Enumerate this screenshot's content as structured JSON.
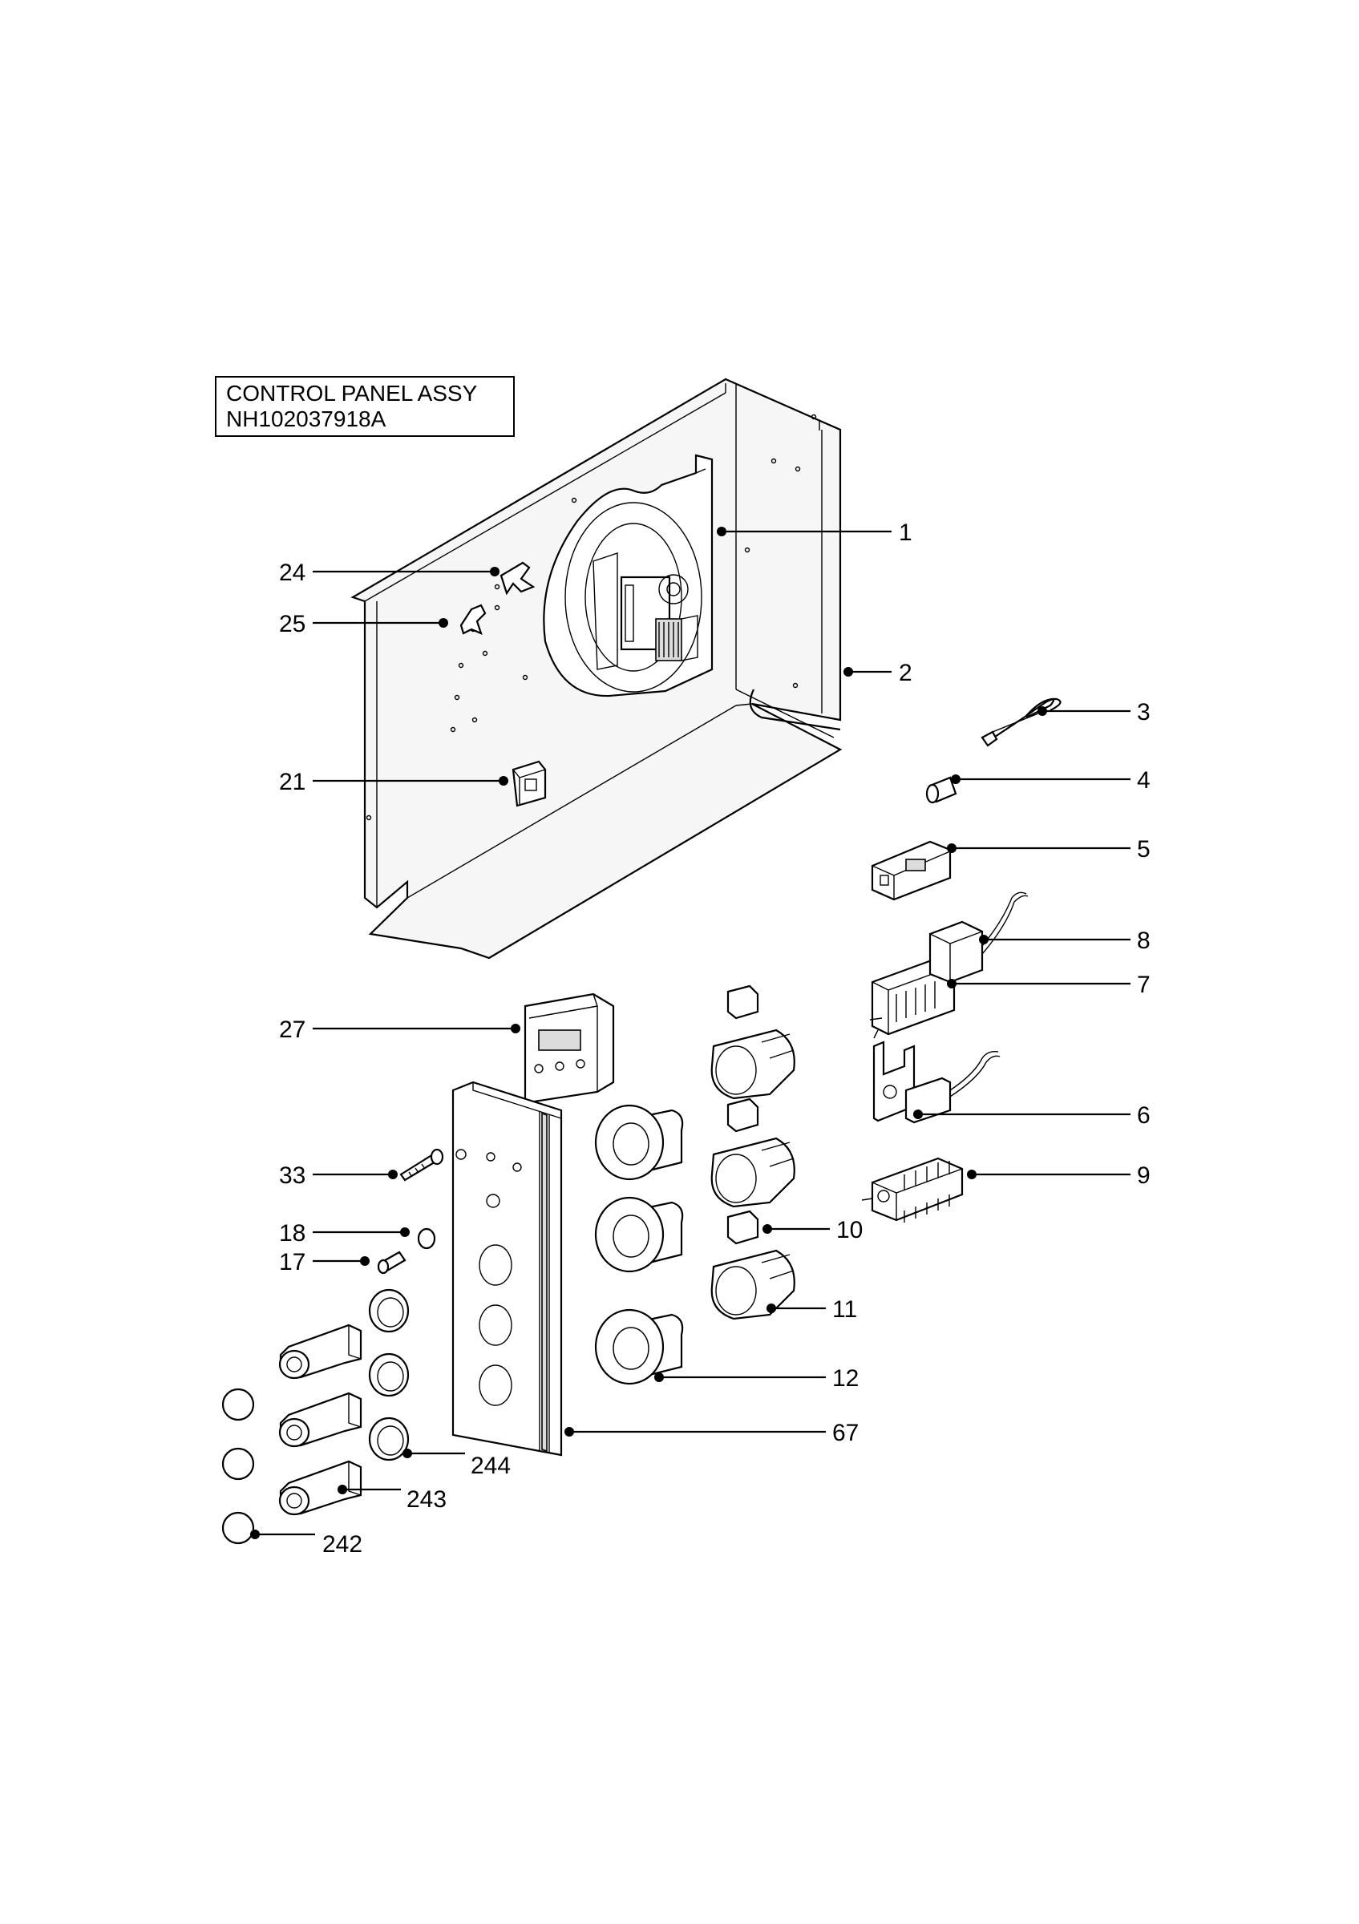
{
  "title": {
    "line1": "CONTROL PANEL ASSY",
    "line2": "NH102037918A"
  },
  "callouts": {
    "c1": "1",
    "c2": "2",
    "c3": "3",
    "c4": "4",
    "c5": "5",
    "c6": "6",
    "c7": "7",
    "c8": "8",
    "c9": "9",
    "c10": "10",
    "c11": "11",
    "c12": "12",
    "c17": "17",
    "c18": "18",
    "c21": "21",
    "c24": "24",
    "c25": "25",
    "c27": "27",
    "c33": "33",
    "c67": "67",
    "c242": "242",
    "c243": "243",
    "c244": "244"
  }
}
